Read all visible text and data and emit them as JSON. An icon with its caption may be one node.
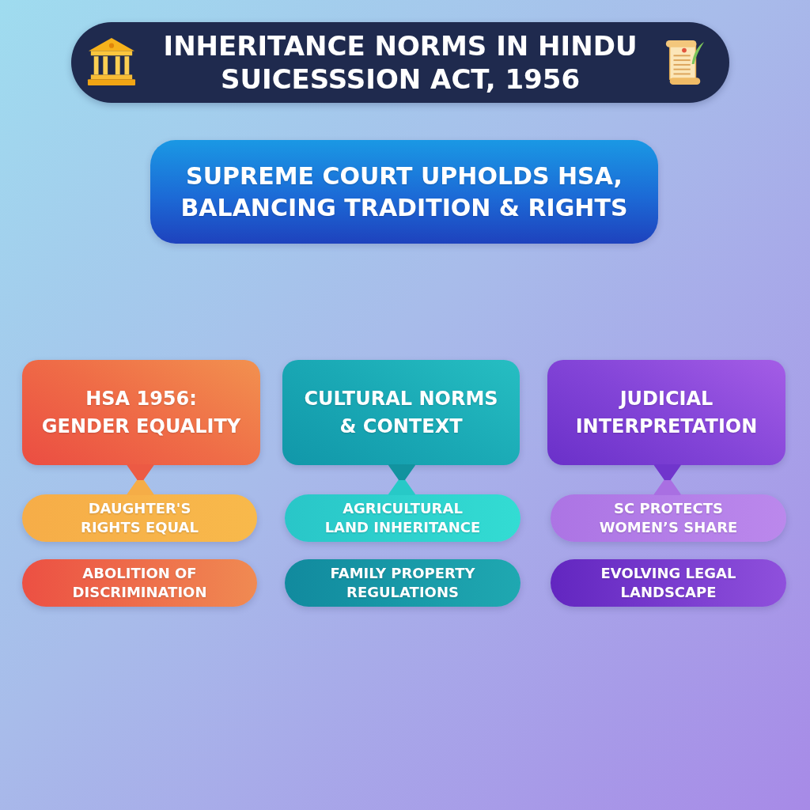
{
  "diagram": {
    "title": "INHERITANCE NORMS IN HINDU SUICESSSION ACT, 1956",
    "nodes": [
      {
        "text": [
          "SUPREME COURT UPHOLDS HSA, BALANCING TRADITION & RIGHTS"
        ]
      },
      {
        "text": [
          "HSA 1956: GENDER EQUALITY"
        ]
      },
      {
        "text": [
          "DAUGHTER'S RIGHTS EQUAL"
        ]
      },
      {
        "text": [
          "ABOLITION OF DISCRIMINATION"
        ]
      },
      {
        "text": [
          "CULTURAL NORMS & CONTEXT"
        ]
      },
      {
        "text": [
          "AGRICULTURAL LAND INHERITANCE"
        ]
      },
      {
        "text": [
          "FAMILY PROPERTY REGULATIONS"
        ]
      },
      {
        "text": [
          "JUDICIAL INTERPRETATION"
        ]
      },
      {
        "text": [
          "SC PROTECTS WOMEN’S SHARE"
        ]
      },
      {
        "text": [
          "EVOLVING LEGAL LANDSCAPE"
        ]
      }
    ],
    "edges": [
      {
        "from": 1,
        "to": 2,
        "arrow": "none"
      },
      {
        "from": 4,
        "to": 5,
        "arrow": "none"
      },
      {
        "from": 7,
        "to": 8,
        "arrow": "none"
      }
    ]
  }
}
